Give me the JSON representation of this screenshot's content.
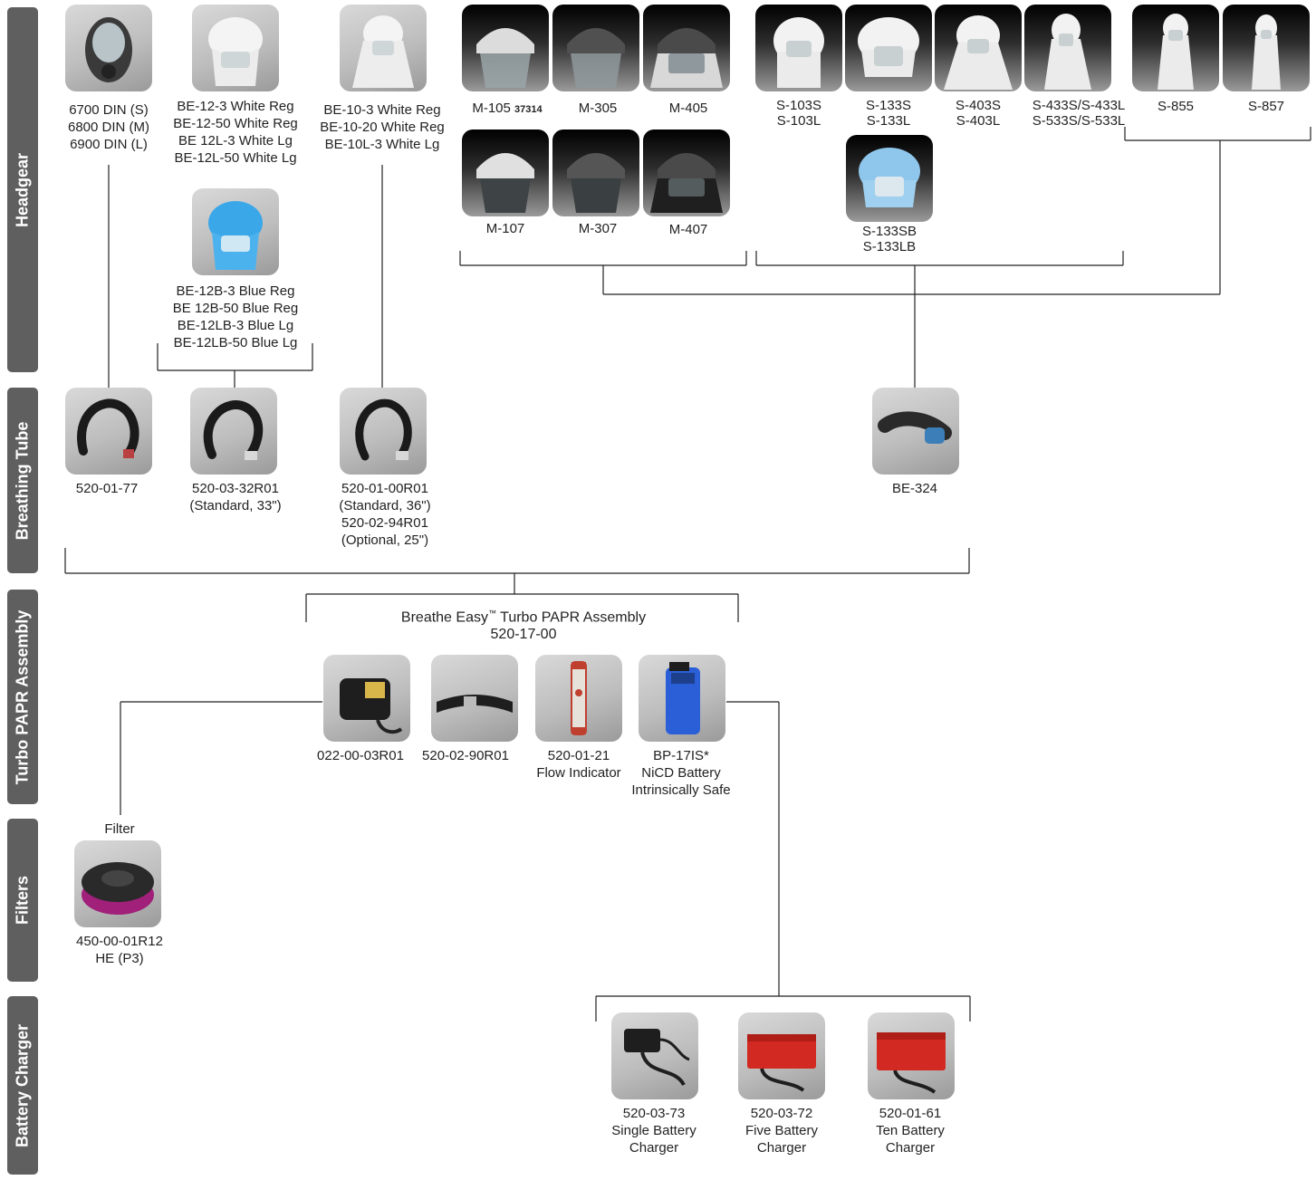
{
  "sections": {
    "headgear": "Headgear",
    "breathing_tube": "Breathing Tube",
    "turbo_papr_assembly": "Turbo PAPR Assembly",
    "filters": "Filters",
    "battery_charger": "Battery Charger"
  },
  "headgear": {
    "fullface": [
      "6700 DIN (S)",
      "6800 DIN (M)",
      "6900 DIN (L)"
    ],
    "be12_white": [
      "BE-12-3 White Reg",
      "BE-12-50 White Reg",
      "BE 12L-3 White Lg",
      "BE-12L-50 White Lg"
    ],
    "be12_blue": [
      "BE-12B-3 Blue Reg",
      "BE 12B-50 Blue Reg",
      "BE-12LB-3 Blue Lg",
      "BE-12LB-50 Blue Lg"
    ],
    "be10_white": [
      "BE-10-3 White Reg",
      "BE-10-20 White Reg",
      "BE-10L-3 White Lg"
    ],
    "m105": {
      "name": "M-105",
      "code": "37314"
    },
    "m305": "M-305",
    "m405": "M-405",
    "m107": "M-107",
    "m307": "M-307",
    "m407": "M-407",
    "s103": [
      "S-103S",
      "S-103L"
    ],
    "s133": [
      "S-133S",
      "S-133L"
    ],
    "s403": [
      "S-403S",
      "S-403L"
    ],
    "s433": [
      "S-433S/S-433L",
      "S-533S/S-533L"
    ],
    "s133b": [
      "S-133SB",
      "S-133LB"
    ],
    "s855": "S-855",
    "s857": "S-857"
  },
  "breathing_tube": {
    "t1": [
      "520-01-77"
    ],
    "t2": [
      "520-03-32R01",
      "(Standard, 33\")"
    ],
    "t3": [
      "520-01-00R01",
      "(Standard, 36\")",
      "520-02-94R01",
      "(Optional, 25\")"
    ],
    "t4": [
      "BE-324"
    ]
  },
  "assembly": {
    "title": "Breathe Easy",
    "tm": "™",
    "title_rest": " Turbo PAPR Assembly",
    "number": "520-17-00",
    "parts": {
      "p1": [
        "022-00-03R01"
      ],
      "p2": [
        "520-02-90R01"
      ],
      "p3": [
        "520-01-21",
        "Flow Indicator"
      ],
      "p4": [
        "BP-17IS*",
        "NiCD Battery",
        "Intrinsically Safe"
      ]
    }
  },
  "filters": {
    "heading": "Filter",
    "f1": [
      "450-00-01R12",
      "HE (P3)"
    ]
  },
  "chargers": {
    "c1": [
      "520-03-73",
      "Single Battery",
      "Charger"
    ],
    "c2": [
      "520-03-72",
      "Five Battery",
      "Charger"
    ],
    "c3": [
      "520-01-61",
      "Ten Battery",
      "Charger"
    ]
  },
  "colors": {
    "section_bar": "#5f5f5f",
    "blue_hood": "#3aa7e8",
    "battery_blue": "#2a5fd8",
    "charger_red": "#d22a22",
    "filter_magenta": "#a0207a"
  },
  "icons": {
    "fullface": "full-facepiece-icon",
    "hood": "hood-icon",
    "helmet": "helmet-icon",
    "tube": "breathing-tube-icon",
    "turbo": "turbo-unit-icon",
    "belt": "belt-icon",
    "flow": "flow-indicator-icon",
    "battery": "battery-icon",
    "filter": "filter-cartridge-icon",
    "charger": "charger-icon"
  }
}
